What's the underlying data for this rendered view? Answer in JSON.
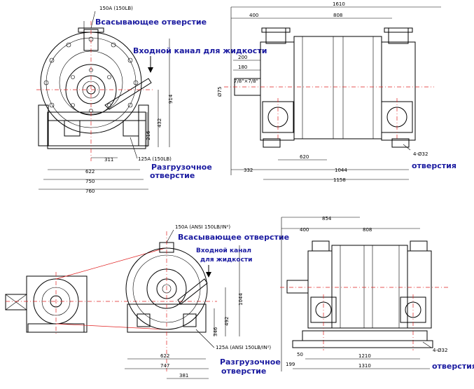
{
  "labels": {
    "suction_top": "Всасывающее отверстие",
    "liquid_inlet_top": "Входной канал для жидкости",
    "discharge_top_1": "Разгрузочное",
    "discharge_top_2": "отверстие",
    "holes_top": "отверстия",
    "suction_bottom": "Всасывающее отверстие",
    "liquid_inlet_bottom_1": "Входной канал",
    "liquid_inlet_bottom_2": "для жидкости",
    "discharge_bottom_1": "Разгрузочное",
    "discharge_bottom_2": "отверстие",
    "holes_bottom": "отверстия"
  },
  "dimensions_top_left": {
    "flange_suction": "150A (150LB)",
    "flange_discharge": "125A (150LB)",
    "h_914": "914",
    "h_432": "432",
    "h_216": "216",
    "w_311": "311",
    "w_622": "622",
    "w_750": "750",
    "w_760": "760"
  },
  "dimensions_top_right": {
    "total_1610": "1610",
    "d_400": "400",
    "d_808": "808",
    "d_200": "200",
    "d_180": "180",
    "shaft": "7/8\"×7/8\"",
    "dia_75": "Ø75",
    "w_620": "620",
    "w_332": "332",
    "w_1044": "1044",
    "w_1158": "1158",
    "holes": "4-Ø32"
  },
  "dimensions_bottom_left": {
    "flange_suction": "150A (ANSI 150LB/IN²)",
    "flange_discharge": "125A (ANSI 150LB/IN²)",
    "h_1044": "1044",
    "h_492": "492",
    "h_346": "346",
    "w_622": "622",
    "w_747": "747",
    "w_381": "381"
  },
  "dimensions_bottom_right": {
    "d_854": "854",
    "d_400": "400",
    "d_808": "808",
    "w_1210": "1210",
    "w_1310": "1310",
    "d_50": "50",
    "d_199": "199",
    "holes": "4-Ø32"
  }
}
